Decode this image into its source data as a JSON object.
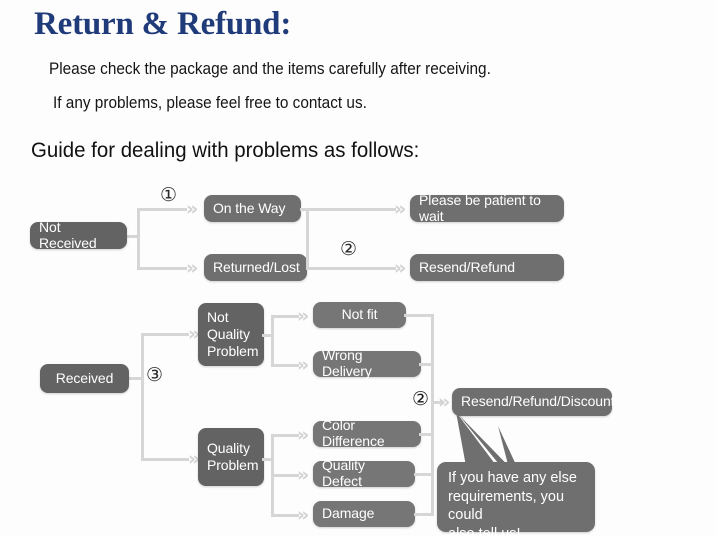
{
  "document": {
    "title": "Return & Refund:",
    "title_color": "#1f3b79",
    "lead_line_1": "Please check the package and the items carefully after receiving.",
    "lead_line_2": "If any problems, please feel free to contact us.",
    "guide_heading": "Guide for dealing with problems as follows:",
    "background_color": "#fdfdfd"
  },
  "flowchart": {
    "node_color": "#6d6d6d",
    "node_text_color": "#ffffff",
    "connector_color": "#d6d6d6",
    "arrow_glyph": "»",
    "branches": [
      {
        "id": "not-received",
        "root_label": "Not Received",
        "marker": "①",
        "children": [
          {
            "label": "On the Way",
            "outcome": "Please be patient to wait"
          },
          {
            "label": "Returned/Lost",
            "outcome": "Resend/Refund",
            "outcome_marker": "②"
          }
        ]
      },
      {
        "id": "received",
        "root_label": "Received",
        "marker": "③",
        "children": [
          {
            "label": "Not\nQuality\nProblem",
            "leaves": [
              "Not fit",
              "Wrong Delivery"
            ]
          },
          {
            "label": "Quality\nProblem",
            "leaves": [
              "Color Difference",
              "Quality Defect",
              "Damage"
            ]
          }
        ],
        "outcome": "Resend/Refund/Discount",
        "outcome_marker": "②"
      }
    ],
    "nodes": {
      "not_received": "Not Received",
      "on_the_way": "On the Way",
      "returned_lost": "Returned/Lost",
      "please_be_patient": "Please be patient to wait",
      "resend_refund": "Resend/Refund",
      "received": "Received",
      "not_quality_problem": "Not\nQuality\nProblem",
      "quality_problem": "Quality\nProblem",
      "not_fit": "Not fit",
      "wrong_delivery": "Wrong Delivery",
      "color_difference": "Color Difference",
      "quality_defect": "Quality Defect",
      "damage": "Damage",
      "resend_refund_discount": "Resend/Refund/Discount"
    },
    "markers": {
      "one": "①",
      "two_top": "②",
      "three": "③",
      "two_bottom": "②"
    },
    "callout": {
      "text": "If you have any else\nrequirements, you could\nalso tell us!"
    }
  }
}
